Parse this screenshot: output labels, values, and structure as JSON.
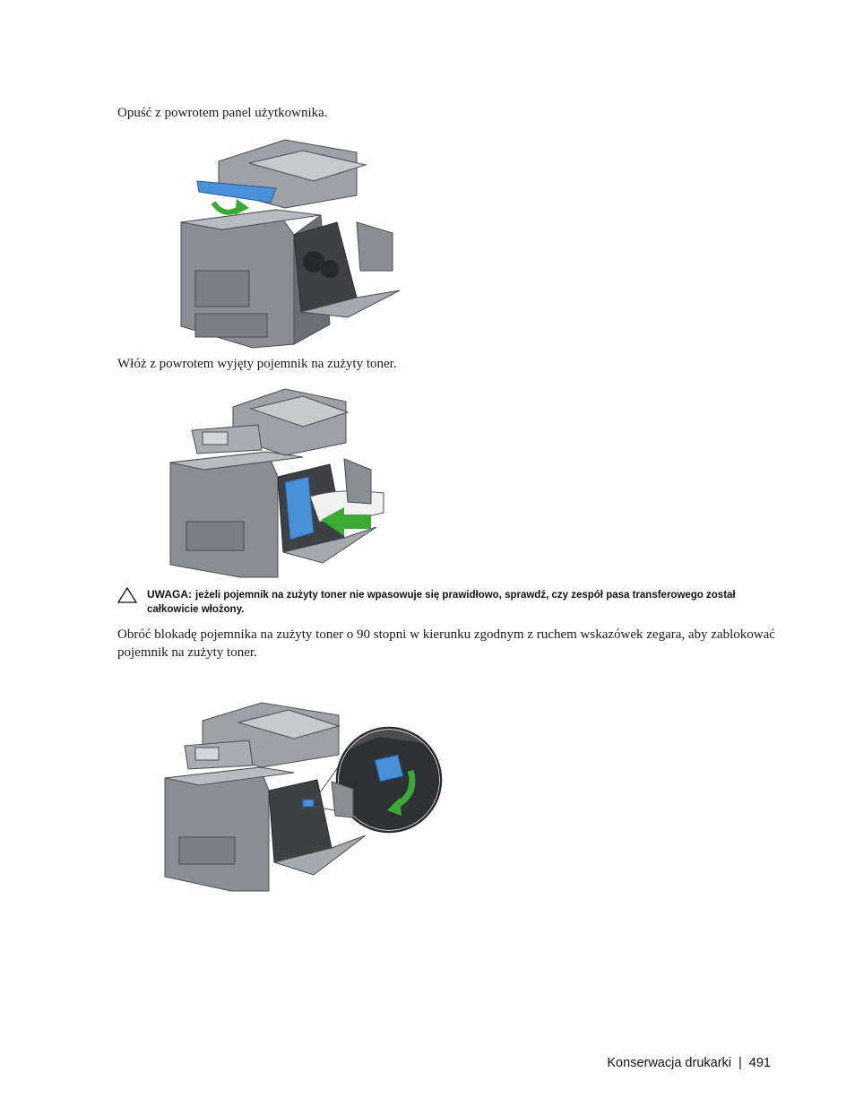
{
  "steps": [
    {
      "text": "Opuść z powrotem panel użytkownika."
    },
    {
      "text": "Włóż z powrotem wyjęty pojemnik na zużyty toner."
    },
    {
      "text": "Obróć blokadę pojemnika na zużyty toner o 90 stopni w kierunku zgodnym z ruchem wskazówek zegara, aby zablokować pojemnik na zużyty toner."
    }
  ],
  "note": {
    "label": "UWAGA:",
    "text": "jeżeli pojemnik na zużyty toner nie wpasowuje się prawidłowo, sprawdź, czy zespół pasa transferowego został całkowicie włożony.",
    "icon": "caution-triangle-icon"
  },
  "figures": [
    {
      "name": "printer-panel-lower-illustration",
      "accent_color": "#4a90d9",
      "arrow_color": "#3aaa35"
    },
    {
      "name": "printer-insert-toner-box-illustration",
      "accent_color": "#4a90d9",
      "arrow_color": "#3aaa35"
    },
    {
      "name": "printer-lock-rotate-illustration",
      "accent_color": "#4a90d9",
      "arrow_color": "#3aaa35"
    }
  ],
  "footer": {
    "section": "Konserwacja drukarki",
    "separator": "|",
    "page_number": "491"
  }
}
